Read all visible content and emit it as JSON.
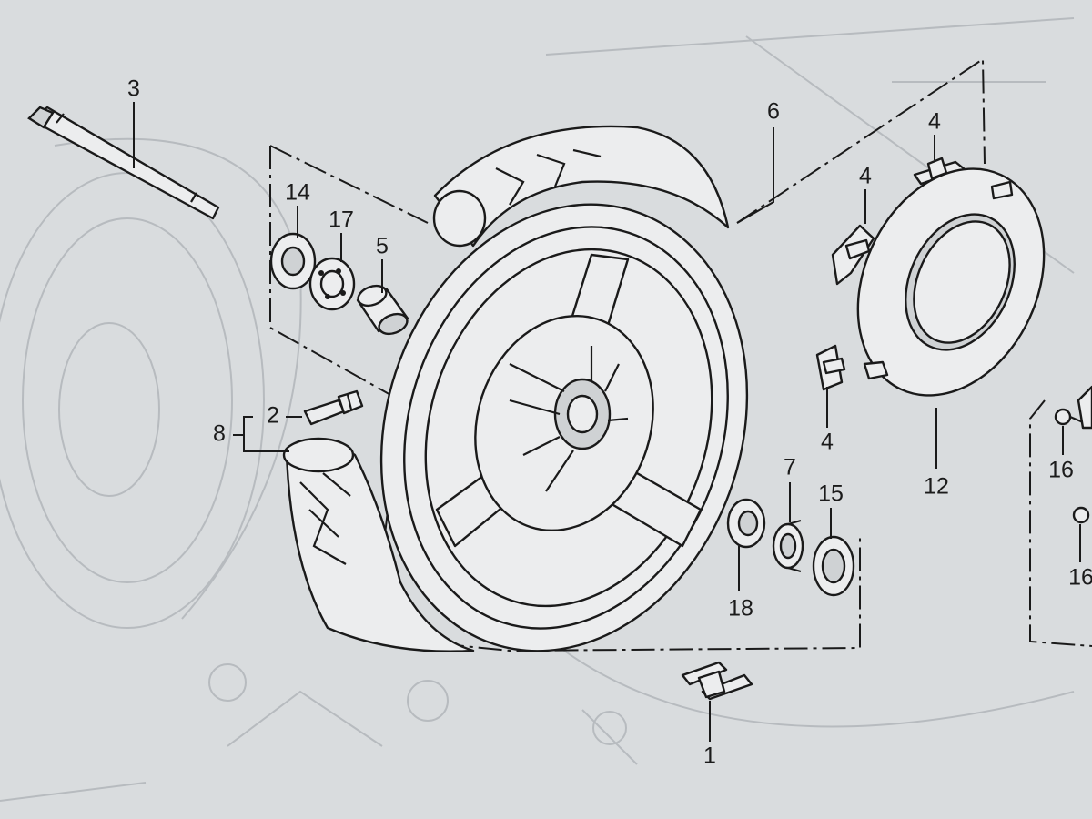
{
  "callouts": {
    "c1": "1",
    "c2": "2",
    "c3": "3",
    "c4a": "4",
    "c4b": "4",
    "c4c": "4",
    "c5": "5",
    "c6": "6",
    "c7": "7",
    "c8": "8",
    "c12": "12",
    "c14": "14",
    "c15": "15",
    "c16a": "16",
    "c16b": "16",
    "c17": "17",
    "c18": "18"
  },
  "colors": {
    "paper": "#d9dcde",
    "ink": "#1a1a1a",
    "bleed_through": "#b7bbbf"
  }
}
